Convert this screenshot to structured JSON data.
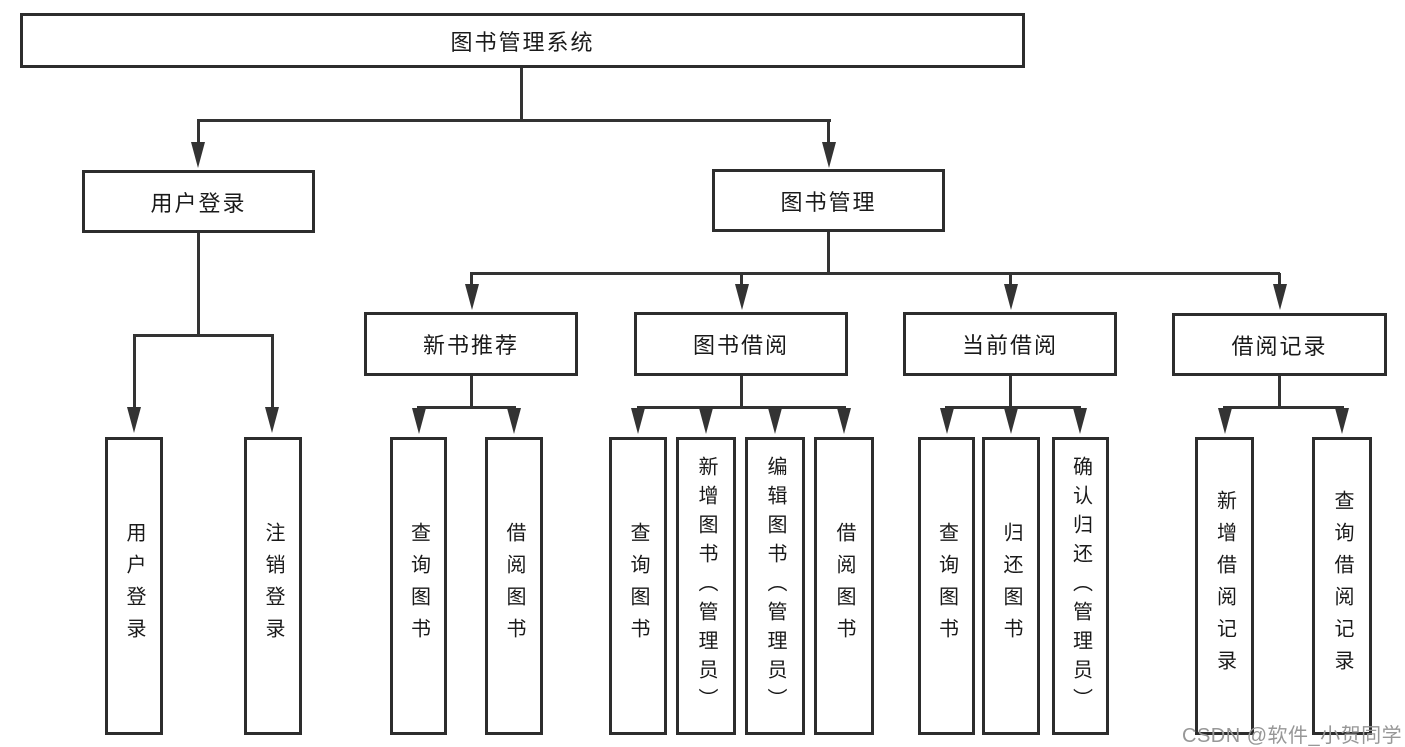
{
  "diagram_type": "hierarchy-diagram",
  "colors": {
    "line": "#333333",
    "box_border": "#2d2d2d",
    "text": "#1a1a1a",
    "background": "#ffffff",
    "watermark": "#979797"
  },
  "tree": {
    "label": "图书管理系统",
    "children": [
      {
        "label": "用户登录",
        "children": [
          {
            "label": "用户登录"
          },
          {
            "label": "注销登录"
          }
        ]
      },
      {
        "label": "图书管理",
        "children": [
          {
            "label": "新书推荐",
            "children": [
              {
                "label": "查询图书"
              },
              {
                "label": "借阅图书"
              }
            ]
          },
          {
            "label": "图书借阅",
            "children": [
              {
                "label": "查询图书"
              },
              {
                "label": "新增图书（管理员）"
              },
              {
                "label": "编辑图书（管理员）"
              },
              {
                "label": "借阅图书"
              }
            ]
          },
          {
            "label": "当前借阅",
            "children": [
              {
                "label": "查询图书"
              },
              {
                "label": "归还图书"
              },
              {
                "label": "确认归还（管理员）"
              }
            ]
          },
          {
            "label": "借阅记录",
            "children": [
              {
                "label": "新增借阅记录"
              },
              {
                "label": "查询借阅记录"
              }
            ]
          }
        ]
      }
    ]
  },
  "watermark": {
    "text": "CSDN @软件_小贺同学"
  }
}
